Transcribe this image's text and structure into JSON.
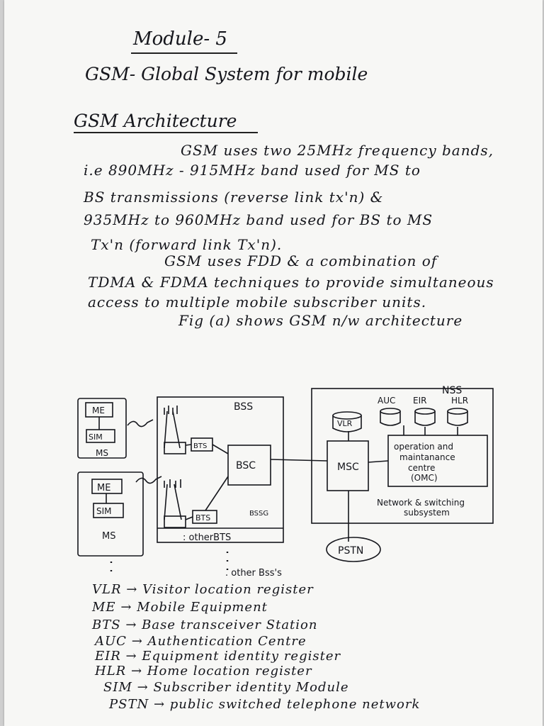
{
  "title": "Module- 5",
  "subtitle": "GSM- Global System for mobile",
  "section_heading": "GSM Architecture",
  "paragraph_lines": [
    "GSM uses two 25MHz frequency bands,",
    "i.e 890MHz - 915MHz band used for MS to",
    "BS transmissions (reverse link tx'n) &",
    "935MHz to 960MHz band used for BS to MS",
    "Tx'n (forward link Tx'n).",
    "GSM uses FDD & a combination of",
    "TDMA & FDMA techniques to provide simultaneous",
    "access to multiple mobile subscriber units.",
    "Fig (a) shows GSM n/w architecture"
  ],
  "diagram": {
    "ms": {
      "label": "MS",
      "me": "ME",
      "sim": "SIM"
    },
    "bss": {
      "label": "BSS",
      "bsc": "BSC",
      "bts": "BTS",
      "other_bts": ": otherBTS",
      "scribble": "BSSG"
    },
    "nss": {
      "label": "NSS",
      "vlr": "VLR",
      "auc": "AUC",
      "eir": "EIR",
      "hlr": "HLR",
      "msc": "MSC",
      "omc_lines": [
        "operation and",
        "maintanance",
        "centre",
        "(OMC)"
      ],
      "caption_lines": [
        "Network & switching",
        "subsystem"
      ]
    },
    "pstn": "PSTN",
    "other_bss": ". other Bss's"
  },
  "legend": [
    {
      "abbr": "VLR",
      "arrow": "→",
      "meaning": "Visitor location register"
    },
    {
      "abbr": "ME",
      "arrow": "→",
      "meaning": "Mobile Equipment"
    },
    {
      "abbr": "BTS",
      "arrow": "→",
      "meaning": "Base transceiver Station"
    },
    {
      "abbr": "AUC",
      "arrow": "→",
      "meaning": "Authentication Centre"
    },
    {
      "abbr": "EIR",
      "arrow": "→",
      "meaning": "Equipment identity register"
    },
    {
      "abbr": "HLR",
      "arrow": "→",
      "meaning": "Home location register"
    },
    {
      "abbr": "SIM",
      "arrow": "→",
      "meaning": "Subscriber identity Module"
    },
    {
      "abbr": "PSTN",
      "arrow": "→",
      "meaning": "public switched telephone network"
    }
  ]
}
